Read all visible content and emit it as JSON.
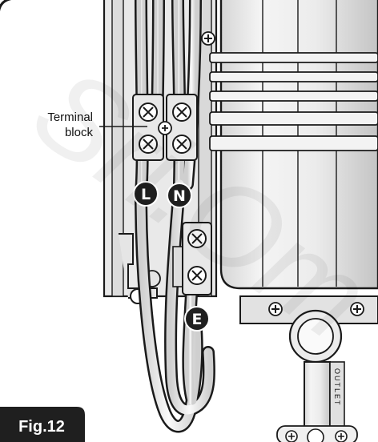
{
  "figure": {
    "label": "Fig.12",
    "watermark": "Sri.Om"
  },
  "annotations": {
    "terminal_block_line1": "Terminal",
    "terminal_block_line2": "block"
  },
  "wire_markers": {
    "live": "L",
    "neutral": "N",
    "earth": "E"
  },
  "outlet_text": "OUTLET",
  "colors": {
    "line": "#1a1a1a",
    "light_gray": "#e6e6e6",
    "mid_gray": "#c8c8c8",
    "badge_bg": "#1f1f1f",
    "badge_text": "#ffffff"
  }
}
